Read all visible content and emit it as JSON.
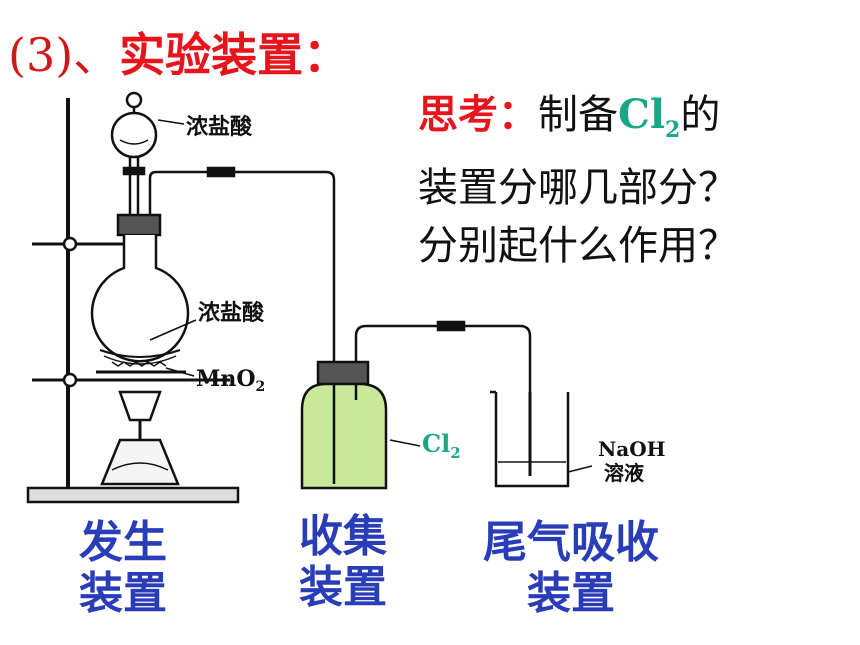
{
  "heading": {
    "number": "(3)、",
    "title": "实验装置："
  },
  "think": {
    "prefix": "思考：",
    "line1_text": "制备",
    "formula_symbol": "Cl",
    "formula_subscript": "2",
    "line1_suffix": "的",
    "line2": "装置分哪几部分？",
    "line3": "分别起什么作用？"
  },
  "labels": {
    "funnel_acid": "浓盐酸",
    "flask_acid": "浓盐酸",
    "mno2": "MnO",
    "mno2_sub": "2",
    "cl2": "Cl",
    "cl2_sub": "2",
    "naoh": "NaOH",
    "naoh_solution": "溶液"
  },
  "captions": {
    "generation_line1": "发生",
    "generation_line2": "装置",
    "collection_line1": "收集",
    "collection_line2": "装置",
    "absorption_line1": "尾气吸收",
    "absorption_line2": "装置"
  },
  "colors": {
    "red": "#e8141c",
    "teal": "#18a888",
    "blue": "#2a3db8",
    "gas_green": "#c8e89a"
  }
}
